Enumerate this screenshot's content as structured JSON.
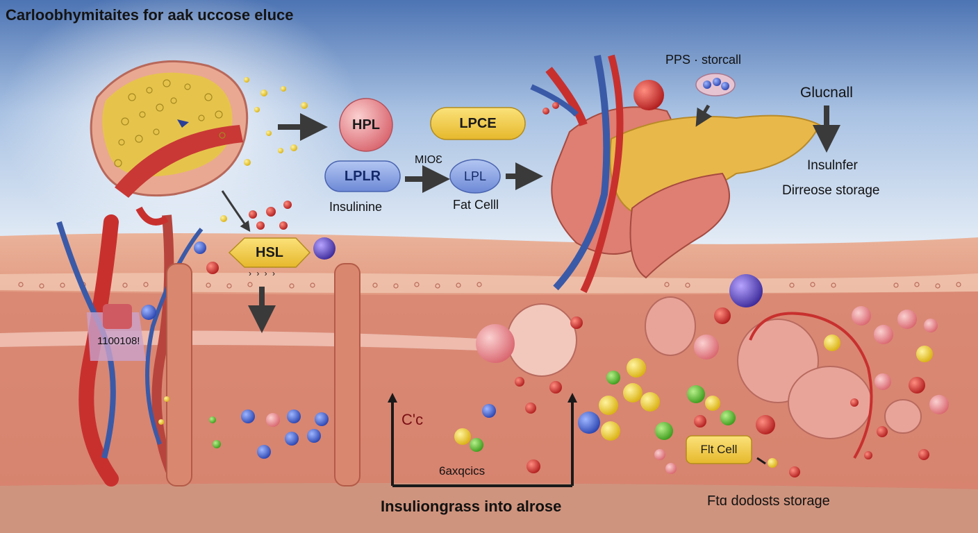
{
  "title": "Carloobhymitaites for aak uccose eluce",
  "nodes": {
    "hpl": "HPL",
    "lpce": "LPCE",
    "lplr": "LPLR",
    "lpl": "LPL",
    "hsl": "HSL",
    "fat_cell_box": "Flt Cell"
  },
  "labels": {
    "insulinine": "Insulinine",
    "fat_celll": "Fat Celll",
    "mioe": "MIOƐ",
    "pps_storcall": "PPS · storcall",
    "glucnall": "Glucnall",
    "insulnfer": "Insulnfer",
    "direose_storage": "Dirreose storage",
    "arrows_small": "› › › ›",
    "vessel_tag": "1100108!",
    "cc": "C'c",
    "baxqcics": "6axqcics",
    "insuliongrass": "Insuliongrass into alrose",
    "fat_dodosts": "Ftɑ dodosts storage"
  },
  "colors": {
    "sky_top": "#5b7fb8",
    "sky_bottom": "#dfe9f5",
    "tissue": "#e8a08a",
    "vessel_red": "#c8302e",
    "vessel_blue": "#3a5aa8",
    "fat_yellow": "#e9c24a",
    "pill_yellow": "#f2cc4e",
    "pill_blue": "#8fa8e0",
    "node_pink": "#e4707a"
  }
}
